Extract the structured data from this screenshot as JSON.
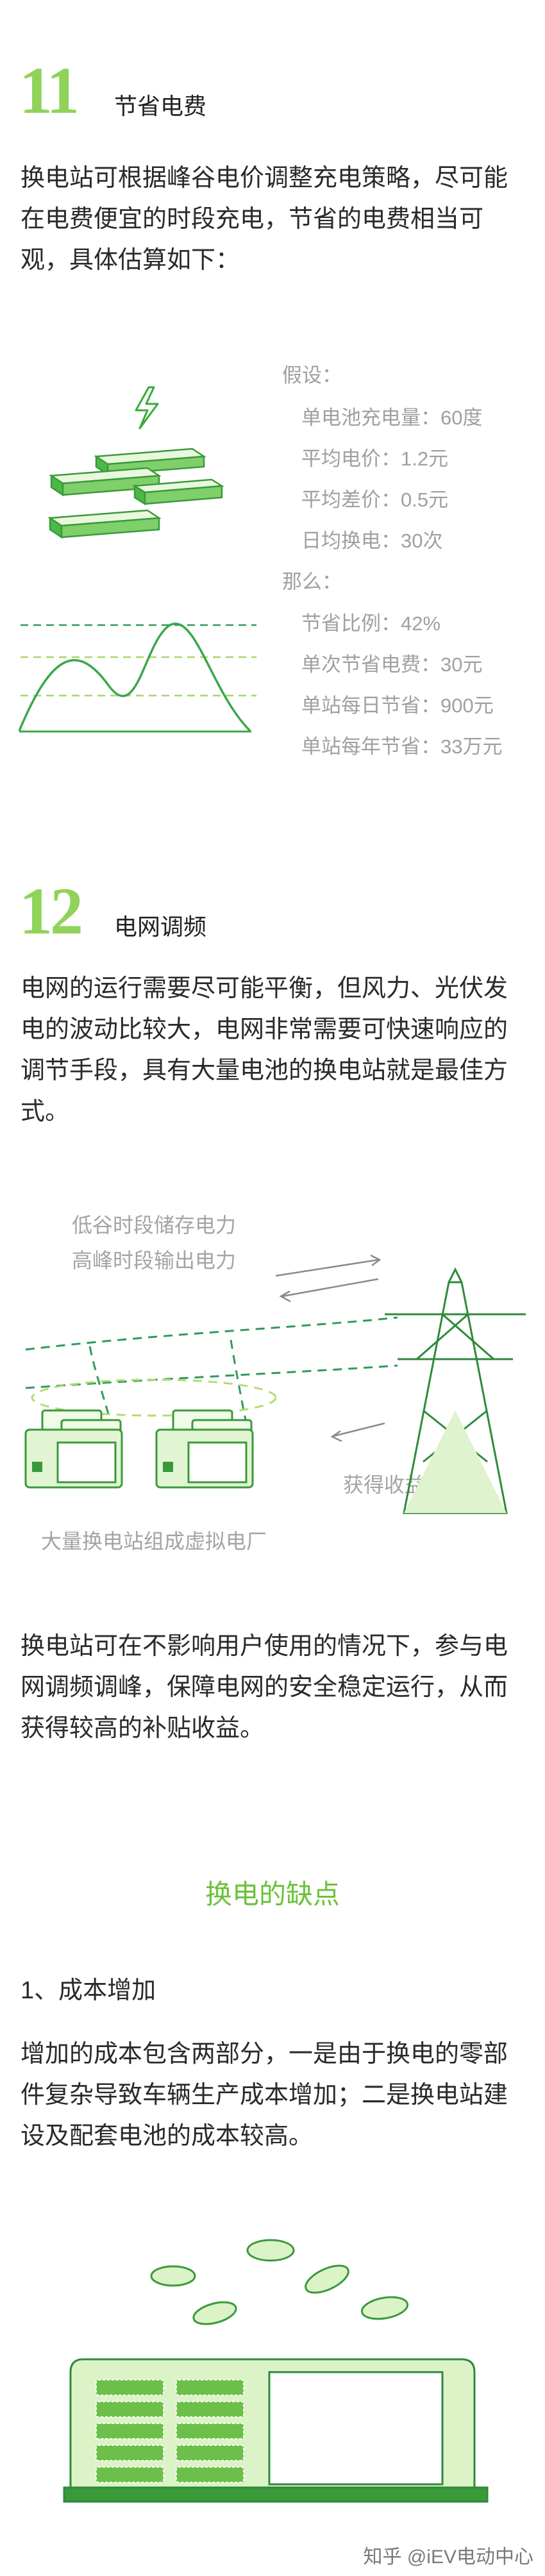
{
  "section11": {
    "number": "11",
    "title": "节省电费",
    "paragraph": "换电站可根据峰谷电价调整充电策略，尽可能在电费便宜的时段充电，节省的电费相当可观，具体估算如下：",
    "assume_label": "假设：",
    "assumptions": [
      "单电池充电量：60度",
      "平均电价：1.2元",
      "平均差价：0.5元",
      "日均换电：30次"
    ],
    "then_label": "那么：",
    "results": [
      "节省比例：42%",
      "单次节省电费：30元",
      "单站每日节省：900元",
      "单站每年节省：33万元"
    ]
  },
  "section12": {
    "number": "12",
    "title": "电网调频",
    "paragraph": "电网的运行需要尽可能平衡，但风力、光伏发电的波动比较大，电网非常需要可快速响应的调节手段，具有大量电池的换电站就是最佳方式。",
    "diagram": {
      "label_store": "低谷时段储存电力",
      "label_output": "高峰时段输出电力",
      "label_income": "获得收益",
      "label_plant": "大量换电站组成虚拟电厂"
    },
    "paragraph2": "换电站可在不影响用户使用的情况下，参与电网调频调峰，保障电网的安全稳定运行，从而获得较高的补贴收益。"
  },
  "drawbacks": {
    "title": "换电的缺点",
    "item1_title": "1、成本增加",
    "item1_text": "增加的成本包含两部分，一是由于换电的零部件复杂导致车辆生产成本增加；二是换电站建设及配套电池的成本较高。"
  },
  "watermark": "知乎 @iEV电动中心",
  "colors": {
    "accent_green": "#8fd35a",
    "title_green": "#6cc23a",
    "dark_green": "#3a9a3a"
  }
}
